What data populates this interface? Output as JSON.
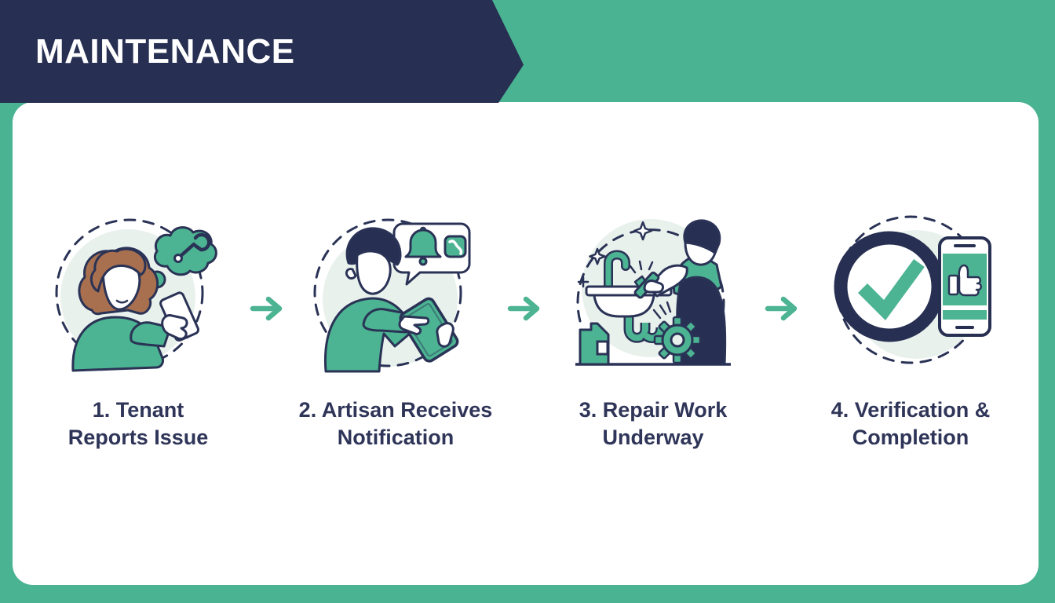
{
  "header": {
    "title": "MAINTENANCE"
  },
  "steps": [
    {
      "icon": "tenant-reports-issue-illustration",
      "label_line1": "1. Tenant",
      "label_line2": "Reports Issue"
    },
    {
      "icon": "artisan-receives-notification-illustration",
      "label_line1": "2. Artisan Receives",
      "label_line2": "Notification"
    },
    {
      "icon": "repair-work-underway-illustration",
      "label_line1": "3. Repair Work",
      "label_line2": "Underway"
    },
    {
      "icon": "verification-completion-illustration",
      "label_line1": "4. Verification &",
      "label_line2": "Completion"
    }
  ],
  "colors": {
    "background_green": "#4ab392",
    "banner_navy": "#272f52",
    "card_white": "#ffffff",
    "accent_green": "#4cb492",
    "outline_navy": "#2a3356",
    "label_navy": "#2f3558",
    "light_circle": "#e9f1ed",
    "hair_brown": "#a9704f"
  }
}
